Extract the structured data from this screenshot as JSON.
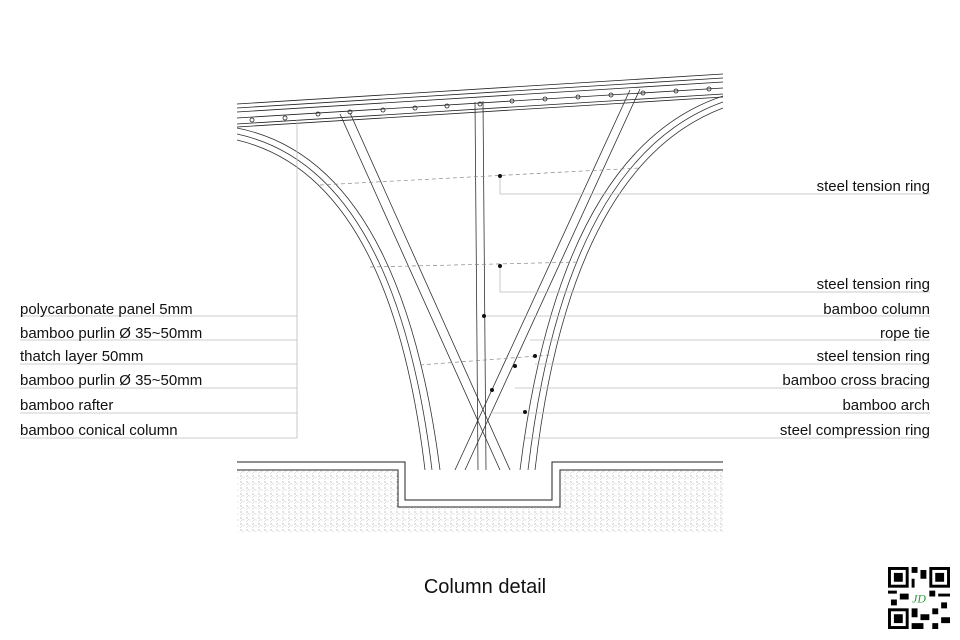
{
  "title": "Column detail",
  "left_labels": [
    "polycarbonate panel 5mm",
    "bamboo purlin Ø 35~50mm",
    "thatch layer 50mm",
    "bamboo purlin Ø 35~50mm",
    "bamboo rafter",
    "bamboo  conical column"
  ],
  "right_labels": [
    "steel tension ring",
    "steel tension ring",
    "bamboo column",
    "rope tie",
    "steel tension ring",
    "bamboo cross bracing",
    "bamboo arch",
    "steel compression ring"
  ],
  "qr_logo": "JD"
}
